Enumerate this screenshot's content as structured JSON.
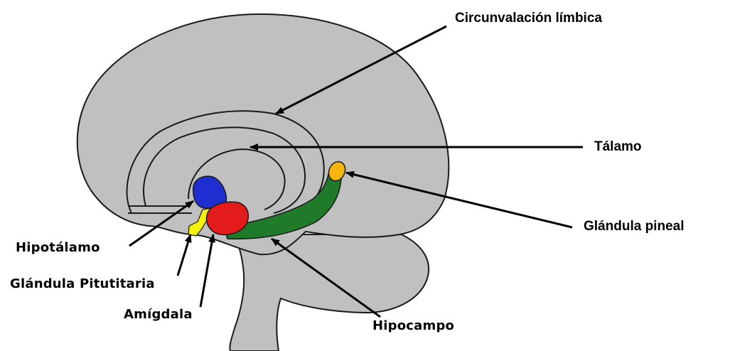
{
  "labels": {
    "limbic": "Circunvalación límbica",
    "thalamus": "Tálamo",
    "pineal": "Glándula pineal",
    "hypothalamus": "Hipotálamo",
    "pituitary": "Glándula Pitutitaria",
    "amygdala": "Amígdala",
    "hippocampus": "Hipocampo"
  },
  "colors": {
    "brain": "#c0c0c0",
    "outline": "#1a1a1a",
    "hypothalamus": "#1f2ed0",
    "pituitary": "#f4f10a",
    "amygdala": "#e31b1b",
    "hippocampus": "#1f7a2a",
    "pineal": "#f5b50c"
  }
}
